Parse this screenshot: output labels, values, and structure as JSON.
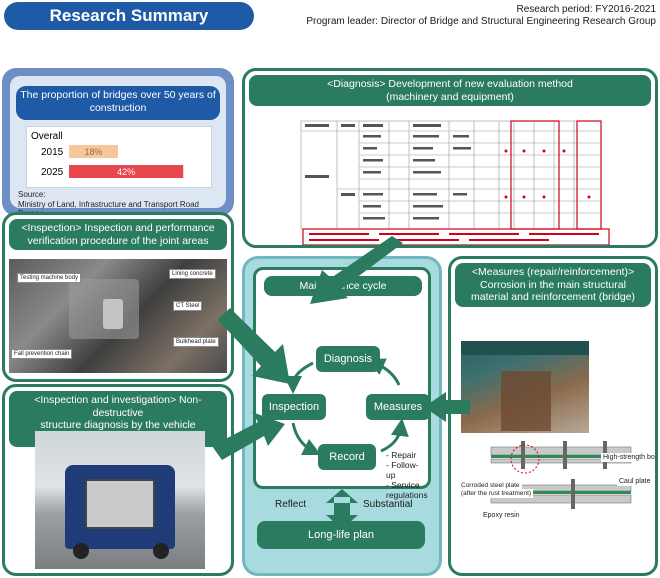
{
  "header": {
    "title": "Research Summary",
    "period": "Research period: FY2016-2021",
    "leader": "Program leader: Director of Bridge and Structural Engineering Research Group"
  },
  "proportion_panel": {
    "title_line1": "The proportion of bridges over 50 years of",
    "title_line2": "construction",
    "source_line1": "Source:",
    "source_line2": "Ministry of Land, Infrastructure and Transport Road Bureau"
  },
  "chart_data": {
    "type": "bar",
    "title": "Overall",
    "categories": [
      "2015",
      "2025"
    ],
    "values": [
      18,
      42
    ],
    "value_labels": [
      "18%",
      "42%"
    ],
    "colors": [
      "#f6c79a",
      "#e8474d"
    ],
    "xlim": [
      0,
      50
    ]
  },
  "diagnosis_panel": {
    "title_line1": "<Diagnosis> Development of new evaluation method",
    "title_line2": "(machinery and equipment)"
  },
  "joint_panel": {
    "title_line1": "<Inspection> Inspection and performance",
    "title_line2": "verification procedure of the joint areas",
    "labels": [
      "Testing machine body",
      "Lining concrete",
      "CT Steel",
      "Bulkhead plate",
      "Fall prevention chain"
    ]
  },
  "vehicle_panel": {
    "title_line1": "<Inspection and investigation> Non-destructive",
    "title_line2": "structure diagnosis by the vehicle (pavement)"
  },
  "cycle": {
    "title": "Maintenance cycle",
    "nodes": [
      "Diagnosis",
      "Inspection",
      "Measures",
      "Record"
    ],
    "record_notes": [
      "Repair",
      "Follow-up",
      "Service regulations"
    ],
    "reflect": "Reflect",
    "substantial": "Substantial",
    "long_life": "Long-life plan"
  },
  "measures_panel": {
    "title_line1": "<Measures (repair/reinforcement)>",
    "title_line2": "Corrosion in the main structural",
    "title_line3": "material and reinforcement (bridge)",
    "labels": [
      "High-strength bolt",
      "Caul plate",
      "Corroded steel plate",
      "(after the rust treatment)",
      "Epoxy resin"
    ]
  },
  "colors": {
    "green": "#2b7c5e",
    "blue": "#1f5aa6",
    "light_blue": "#6d8fc5",
    "cyan": "#a8dbdf"
  }
}
